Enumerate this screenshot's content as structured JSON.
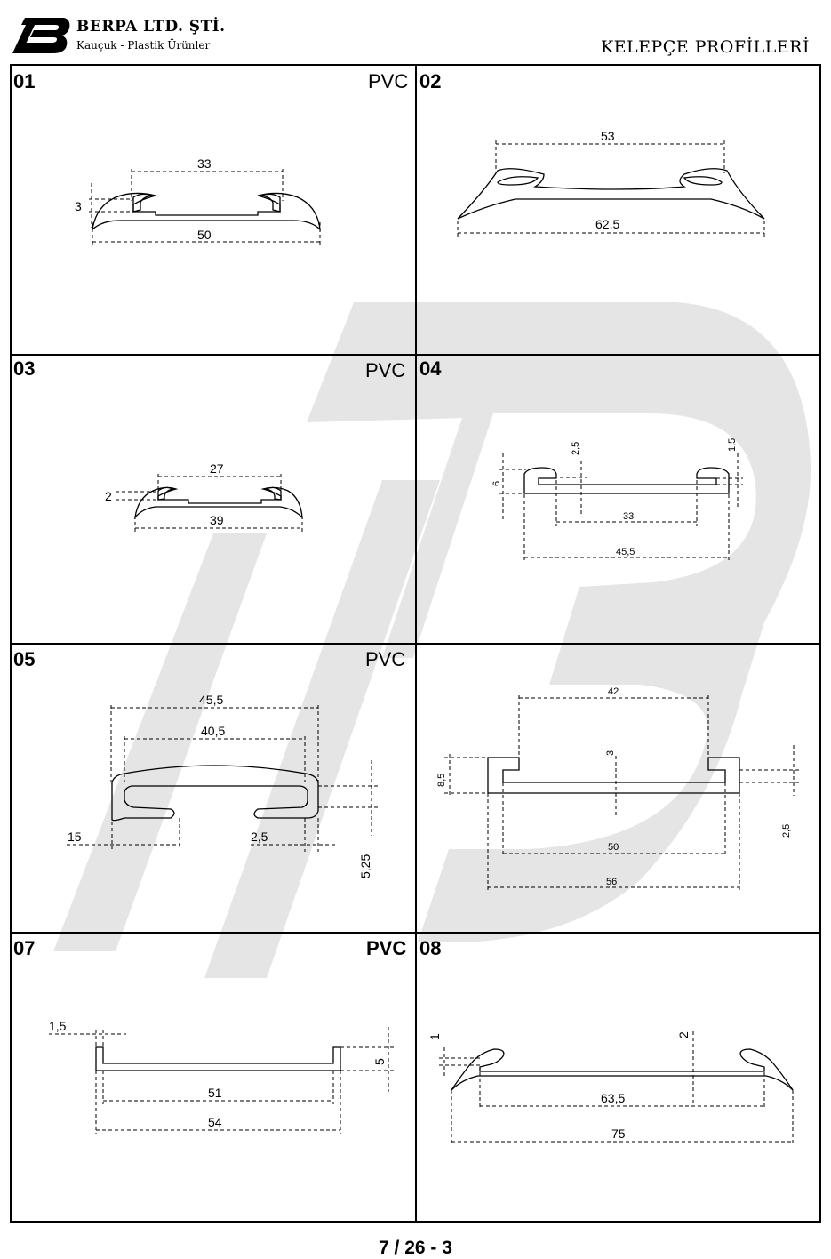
{
  "header": {
    "company": "BERPA LTD. ŞTİ.",
    "subtitle": "Kauçuk - Plastik Ürünler",
    "title": "KELEPÇE PROFİLLERİ"
  },
  "cells": [
    {
      "no": "01",
      "material": "PVC",
      "dims": {
        "top": "33",
        "bottom": "50",
        "height": "3"
      }
    },
    {
      "no": "02",
      "material": "",
      "dims": {
        "top": "53",
        "bottom": "62,5"
      }
    },
    {
      "no": "03",
      "material": "PVC",
      "dims": {
        "top": "27",
        "bottom": "39",
        "height": "2"
      }
    },
    {
      "no": "04",
      "material": "",
      "dims": {
        "height": "6",
        "lip_left": "2,5",
        "lip_right": "1,5",
        "inner": "33",
        "outer": "45,5"
      }
    },
    {
      "no": "05",
      "material": "PVC",
      "dims": {
        "top1": "45,5",
        "top2": "40,5",
        "left": "15",
        "gap": "2,5",
        "height": "5,25"
      }
    },
    {
      "no": "",
      "material": "",
      "dims": {
        "top": "42",
        "height": "8,5",
        "thick": "3",
        "side": "2,5",
        "inner": "50",
        "outer": "56"
      }
    },
    {
      "no": "07",
      "material": "PVC",
      "dims": {
        "wall": "1,5",
        "height": "5",
        "inner": "51",
        "outer": "54"
      }
    },
    {
      "no": "08",
      "material": "",
      "dims": {
        "lip": "1",
        "thick": "2",
        "inner": "63,5",
        "outer": "75"
      }
    }
  ],
  "footer": {
    "page": "7 / 26 - 3"
  },
  "colors": {
    "watermark": "#e5e5e5",
    "line": "#000000"
  }
}
